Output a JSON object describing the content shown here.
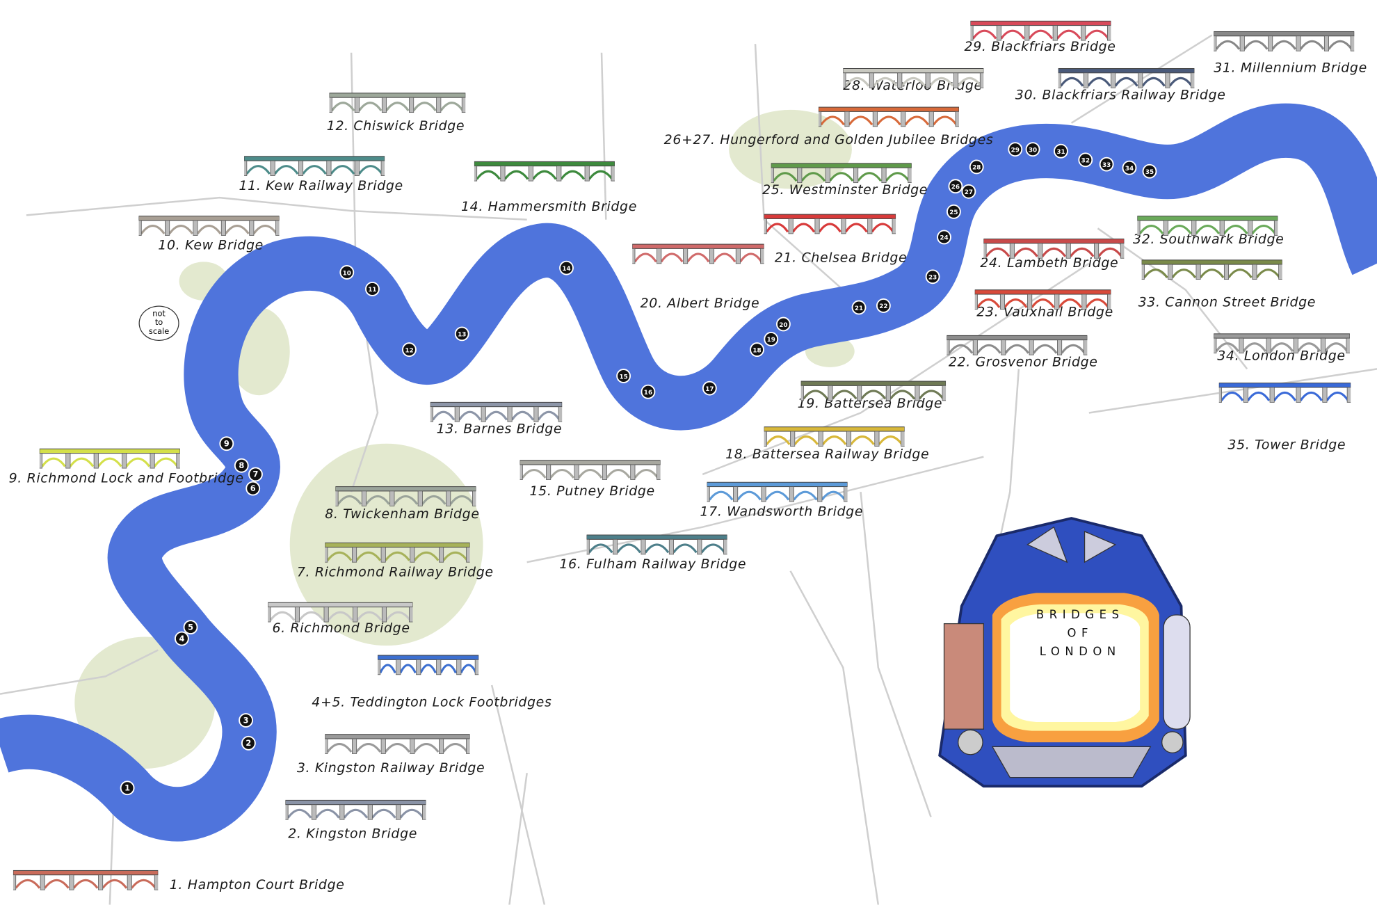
{
  "title": {
    "line1": "BRIDGES",
    "line2": "OF",
    "line3": "LONDON"
  },
  "note": {
    "line1": "not",
    "line2": "to",
    "line3": "scale"
  },
  "colors": {
    "river": "#4f74dc",
    "park": "#e3e9cf",
    "road": "#cfcfcf",
    "marker": "#111111",
    "frame": "#2f4fbf"
  },
  "bridges": [
    {
      "num": "1",
      "label": "1. Hampton Court Bridge",
      "color": "#c96b5a"
    },
    {
      "num": "2",
      "label": "2. Kingston Bridge",
      "color": "#8a93a6"
    },
    {
      "num": "3",
      "label": "3. Kingston Railway Bridge",
      "color": "#9a9a9a"
    },
    {
      "num": "4",
      "label": "4+5. Teddington Lock Footbridges",
      "color": "#3c6fd0"
    },
    {
      "num": "5",
      "label": "",
      "color": "#3c6fd0"
    },
    {
      "num": "6",
      "label": "6. Richmond Bridge",
      "color": "#c8c8c8"
    },
    {
      "num": "7",
      "label": "7. Richmond Railway Bridge",
      "color": "#a7b25a"
    },
    {
      "num": "8",
      "label": "8. Twickenham Bridge",
      "color": "#9aa39a"
    },
    {
      "num": "9",
      "label": "9. Richmond Lock and Footbridge",
      "color": "#d4e04a"
    },
    {
      "num": "10",
      "label": "10. Kew Bridge",
      "color": "#a89f94"
    },
    {
      "num": "11",
      "label": "11. Kew Railway Bridge",
      "color": "#4d8c8a"
    },
    {
      "num": "12",
      "label": "12. Chiswick Bridge",
      "color": "#9da89a"
    },
    {
      "num": "13",
      "label": "13. Barnes Bridge",
      "color": "#8d96a8"
    },
    {
      "num": "14",
      "label": "14. Hammersmith Bridge",
      "color": "#3d8a3d"
    },
    {
      "num": "15",
      "label": "15. Putney Bridge",
      "color": "#a8a8a0"
    },
    {
      "num": "16",
      "label": "16. Fulham Railway Bridge",
      "color": "#4d7f8a"
    },
    {
      "num": "17",
      "label": "17. Wandsworth Bridge",
      "color": "#5c9ad8"
    },
    {
      "num": "18",
      "label": "18. Battersea Railway Bridge",
      "color": "#d8b83a"
    },
    {
      "num": "19",
      "label": "19. Battersea Bridge",
      "color": "#6f7a55"
    },
    {
      "num": "20",
      "label": "20. Albert Bridge",
      "color": "#d06a6a"
    },
    {
      "num": "21",
      "label": "21. Chelsea Bridge",
      "color": "#d83a3a"
    },
    {
      "num": "22",
      "label": "22. Grosvenor Bridge",
      "color": "#8c8c8c"
    },
    {
      "num": "23",
      "label": "23. Vauxhall Bridge",
      "color": "#d84a3a"
    },
    {
      "num": "24",
      "label": "24. Lambeth Bridge",
      "color": "#c84a4a"
    },
    {
      "num": "25",
      "label": "25. Westminster Bridge",
      "color": "#5f9a4a"
    },
    {
      "num": "26",
      "label": "26+27. Hungerford and Golden Jubilee Bridges",
      "color": "#d86a3a"
    },
    {
      "num": "27",
      "label": "",
      "color": "#d86a3a"
    },
    {
      "num": "28",
      "label": "28. Waterloo Bridge",
      "color": "#c8c8c0"
    },
    {
      "num": "29",
      "label": "29. Blackfriars Bridge",
      "color": "#d84a5a"
    },
    {
      "num": "30",
      "label": "30. Blackfriars Railway Bridge",
      "color": "#4a5a7a"
    },
    {
      "num": "31",
      "label": "31. Millennium Bridge",
      "color": "#888888"
    },
    {
      "num": "32",
      "label": "32. Southwark Bridge",
      "color": "#6aaa5a"
    },
    {
      "num": "33",
      "label": "33. Cannon Street Bridge",
      "color": "#7a8a4a"
    },
    {
      "num": "34",
      "label": "34. London Bridge",
      "color": "#9a9a9a"
    },
    {
      "num": "35",
      "label": "35. Tower Bridge",
      "color": "#3a6ad8"
    }
  ]
}
